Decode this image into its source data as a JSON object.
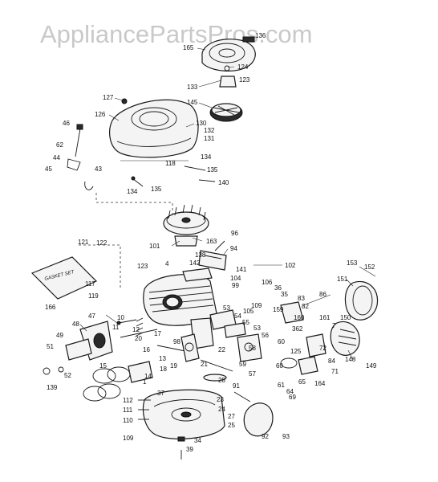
{
  "watermark": "AppliancePartsPros.com",
  "gasket_set_label": "GASKET SET",
  "part_labels": [
    "165",
    "136",
    "124",
    "123",
    "133",
    "145",
    "127",
    "126",
    "130",
    "132",
    "131",
    "46",
    "62",
    "44",
    "45",
    "43",
    "118",
    "134",
    "135",
    "140",
    "134",
    "135",
    "96",
    "101",
    "163",
    "94",
    "138",
    "142",
    "4",
    "141",
    "102",
    "121",
    "122",
    "117",
    "123",
    "106",
    "36",
    "35",
    "104",
    "99",
    "109",
    "105",
    "86",
    "119",
    "166",
    "153",
    "152",
    "151",
    "47",
    "10",
    "11",
    "12",
    "20",
    "48",
    "49",
    "51",
    "83",
    "82",
    "160",
    "150",
    "7",
    "52",
    "139",
    "15",
    "17",
    "16",
    "13",
    "18",
    "14",
    "19",
    "98",
    "21",
    "22",
    "53",
    "54",
    "55",
    "53",
    "56",
    "57",
    "58",
    "59",
    "60",
    "159",
    "161",
    "362",
    "125",
    "72",
    "148",
    "149",
    "60",
    "84",
    "71",
    "164",
    "61",
    "64",
    "65",
    "69",
    "1",
    "112",
    "111",
    "110",
    "109",
    "37",
    "23",
    "24",
    "27",
    "25",
    "34",
    "39",
    "91",
    "92",
    "93",
    "28"
  ]
}
